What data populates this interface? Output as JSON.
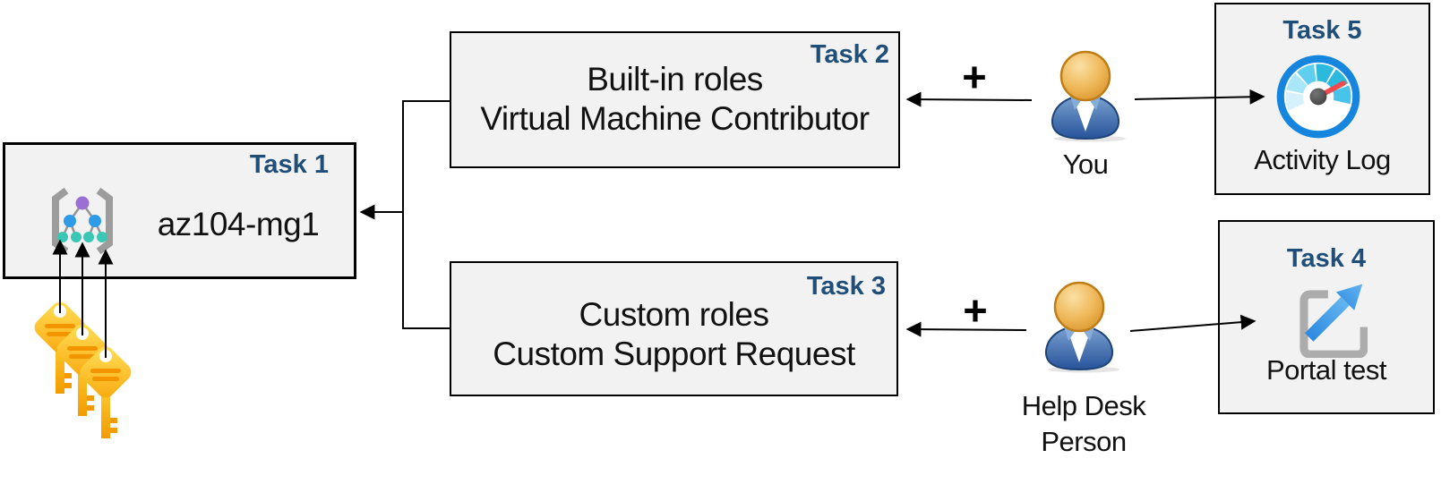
{
  "diagram": {
    "description": "Azure role assignment lab task flow diagram"
  },
  "boxes": {
    "task1": {
      "tag": "Task 1",
      "title": "az104-mg1"
    },
    "task2": {
      "tag": "Task 2",
      "line1": "Built-in roles",
      "line2": "Virtual Machine Contributor"
    },
    "task3": {
      "tag": "Task 3",
      "line1": "Custom roles",
      "line2": "Custom Support Request"
    },
    "task4": {
      "tag": "Task 4",
      "caption": "Portal test"
    },
    "task5": {
      "tag": "Task 5",
      "caption": "Activity Log"
    }
  },
  "actors": {
    "you": {
      "label": "You"
    },
    "help_desk": {
      "line1": "Help Desk",
      "line2": "Person"
    }
  },
  "operators": {
    "plus": "+"
  },
  "icons": {
    "task1": "management-group-icon",
    "task1_keys": "key-icon",
    "actors": "person-icon",
    "task5": "activity-log-gauge-icon",
    "task4": "external-link-icon"
  },
  "colors": {
    "task_tag_text": "#1F4E79",
    "box_fill": "#F2F2F2",
    "box_border": "#000000",
    "body_text": "#111111",
    "connector": "#000000",
    "key_gold": "#F9A80D",
    "person_body_blue": "#27539A",
    "person_head_orange": "#E1A13E",
    "gauge_ring_blue": "#1585DE",
    "gauge_needle_red": "#F04A4E",
    "portal_arrow_blue": "#2E8AE0",
    "bracket_gray": "#9C9C9C"
  }
}
